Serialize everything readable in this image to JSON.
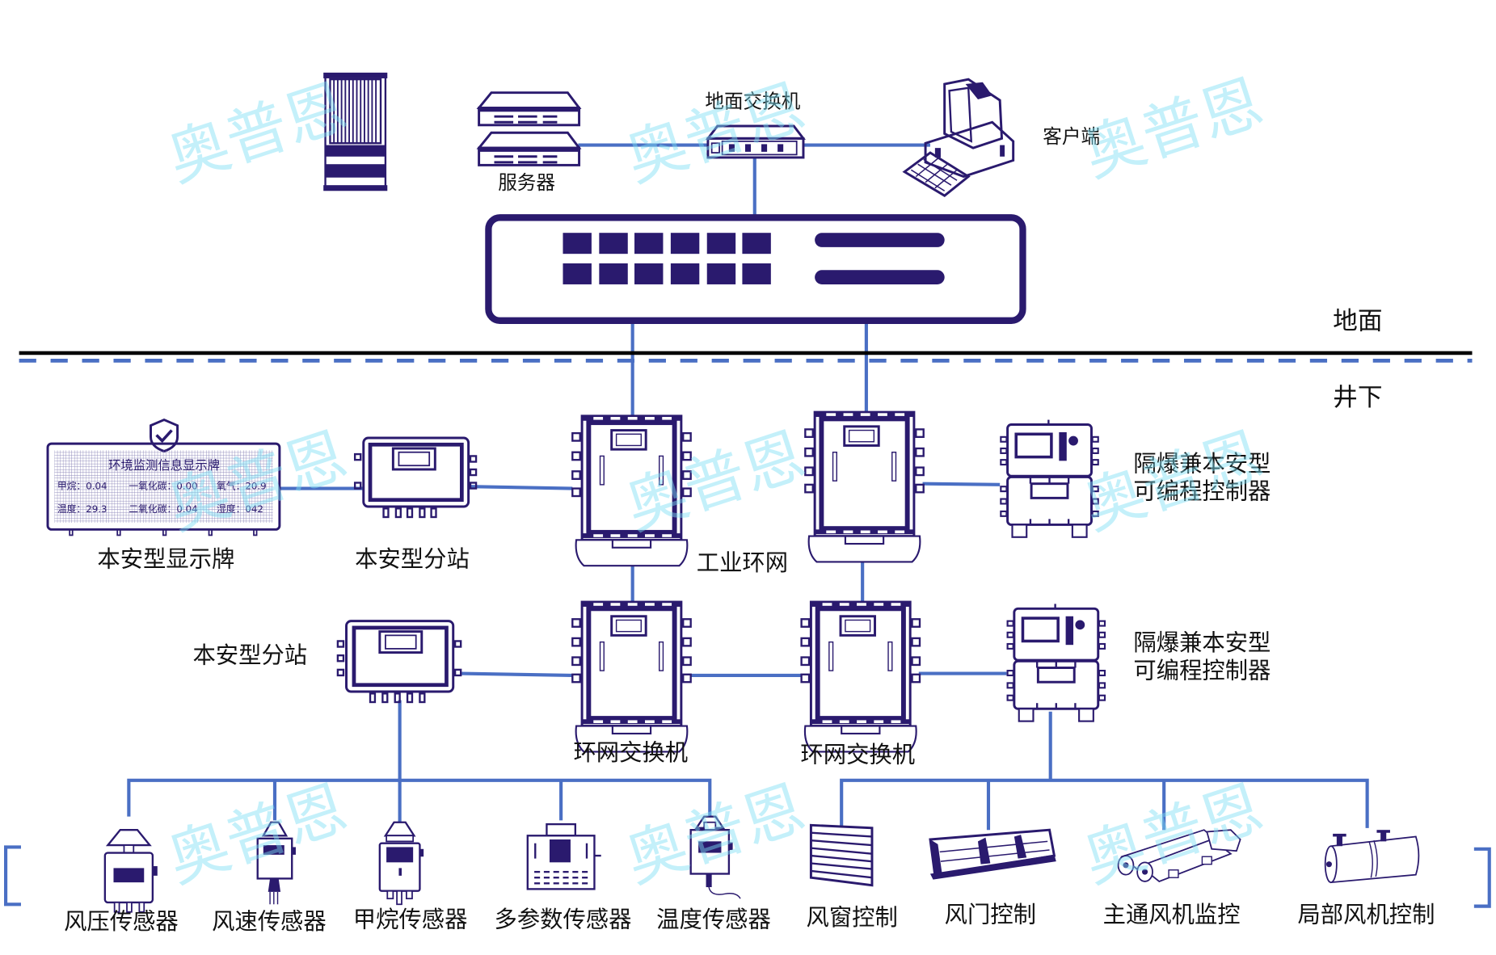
{
  "diagram": {
    "title": "",
    "zones": {
      "surface": "地面",
      "underground": "井下"
    },
    "watermark": "奥普恩",
    "colors": {
      "device": "#2a1a6e",
      "link": "#4a6fc4",
      "watermark": "#7ee0f5",
      "divider": "#000000"
    },
    "nodes": {
      "server_rack": {
        "label": ""
      },
      "server": {
        "label": "服务器"
      },
      "ground_switch": {
        "label": "地面交换机"
      },
      "client": {
        "label": "客户端"
      },
      "core_switch": {
        "label": ""
      },
      "display_board": {
        "label": "本安型显示牌",
        "screen_title": "环境监测信息显示牌",
        "row1": [
          "甲烷：0.04",
          "一氧化碳：0.00",
          "氧气：20.9"
        ],
        "row2": [
          "温度：29.3",
          "二氧化碳：0.04",
          "湿度：042"
        ]
      },
      "substation_1": {
        "label": "本安型分站"
      },
      "substation_2": {
        "label": "本安型分站"
      },
      "ring_label": "工业环网",
      "ring_switch_3": {
        "label": "环网交换机"
      },
      "ring_switch_4": {
        "label": "环网交换机"
      },
      "plc_1": {
        "label_line1": "隔爆兼本安型",
        "label_line2": "可编程控制器"
      },
      "plc_2": {
        "label_line1": "隔爆兼本安型",
        "label_line2": "可编程控制器"
      }
    },
    "sensors": [
      {
        "label": "风压传感器",
        "icon": "wind-pressure-sensor-icon"
      },
      {
        "label": "风速传感器",
        "icon": "wind-speed-sensor-icon"
      },
      {
        "label": "甲烷传感器",
        "icon": "methane-sensor-icon"
      },
      {
        "label": "多参数传感器",
        "icon": "multi-parameter-sensor-icon"
      },
      {
        "label": "温度传感器",
        "icon": "temperature-sensor-icon"
      }
    ],
    "controls": [
      {
        "label": "风窗控制",
        "icon": "air-window-icon"
      },
      {
        "label": "风门控制",
        "icon": "air-door-icon"
      },
      {
        "label": "主通风机监控",
        "icon": "main-fan-icon"
      },
      {
        "label": "局部风机控制",
        "icon": "local-fan-icon"
      }
    ]
  }
}
